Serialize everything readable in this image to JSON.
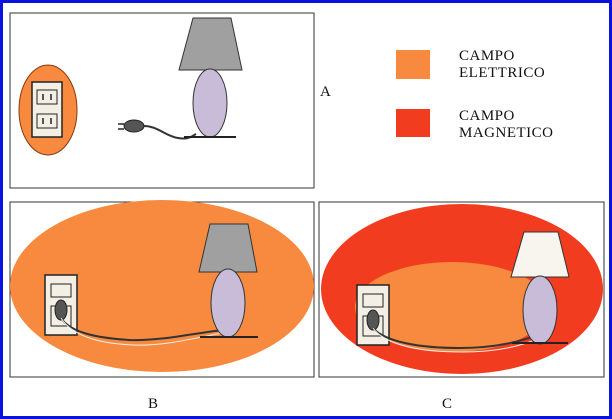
{
  "legend": {
    "electric": {
      "line1": "CAMPO",
      "line2": "ELETTRICO",
      "color": "#f78a3e"
    },
    "magnetic": {
      "line1": "CAMPO",
      "line2": "MAGNETICO",
      "color": "#f23c1f"
    }
  },
  "panels": {
    "a": {
      "label": "A"
    },
    "b": {
      "label": "B"
    },
    "c": {
      "label": "C"
    }
  },
  "colors": {
    "border": "#0a12e0",
    "lamp_shade": "#a0a0a0",
    "lamp_base": "#c8bcd8",
    "socket": "#f4efe4"
  }
}
